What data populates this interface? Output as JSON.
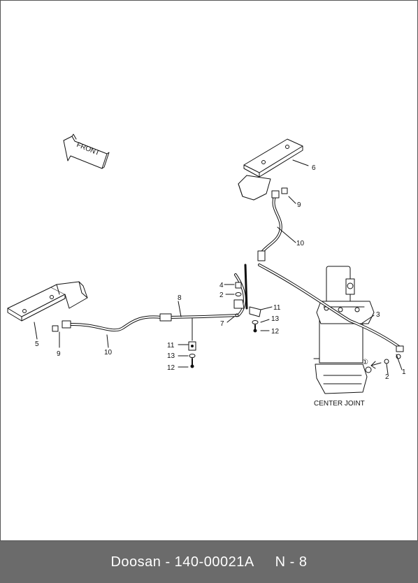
{
  "diagram": {
    "front_arrow_text": "FRONT",
    "center_joint_label": "CENTER JOINT",
    "circled_marker": "①",
    "labels": {
      "l1": "1",
      "l2a": "2",
      "l2b": "2",
      "l3": "3",
      "l4": "4",
      "l5": "5",
      "l6": "6",
      "l7": "7",
      "l8": "8",
      "l9a": "9",
      "l9b": "9",
      "l10a": "10",
      "l10b": "10",
      "l11a": "11",
      "l11b": "11",
      "l12a": "12",
      "l12b": "12",
      "l13a": "13",
      "l13b": "13"
    }
  },
  "footer": {
    "brand_and_code": "Doosan - 140-00021A",
    "page": "N - 8"
  }
}
